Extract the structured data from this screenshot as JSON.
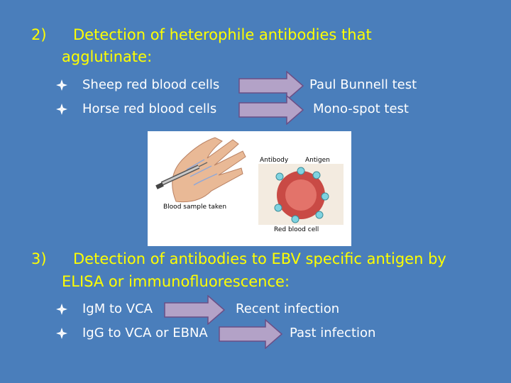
{
  "section2": {
    "number": "2)",
    "line1": "Detection of heterophile antibodies that",
    "line2": "agglutinate:",
    "bullets": [
      {
        "left": "Sheep red blood cells",
        "right": "Paul Bunnell test"
      },
      {
        "left": "Horse red blood cells",
        "right": "Mono-spot test"
      }
    ]
  },
  "figure": {
    "caption_left": "Blood sample taken",
    "label_antibody": "Antibody",
    "label_antigen": "Antigen",
    "caption_right": "Red blood cell"
  },
  "section3": {
    "number": "3)",
    "line1": "Detection of antibodies to EBV specific antigen by",
    "line2": "ELISA or immunofluorescence:",
    "bullets": [
      {
        "left": "IgM to VCA",
        "right": "Recent infection"
      },
      {
        "left": "IgG to VCA or EBNA",
        "right": "Past infection"
      }
    ]
  },
  "colors": {
    "background": "#4a7ebb",
    "heading": "#ffff00",
    "arrow_fill": "#b3a2c7"
  },
  "icons": {
    "bullet": "diamond-bullet-icon",
    "arrow": "right-arrow-icon"
  }
}
